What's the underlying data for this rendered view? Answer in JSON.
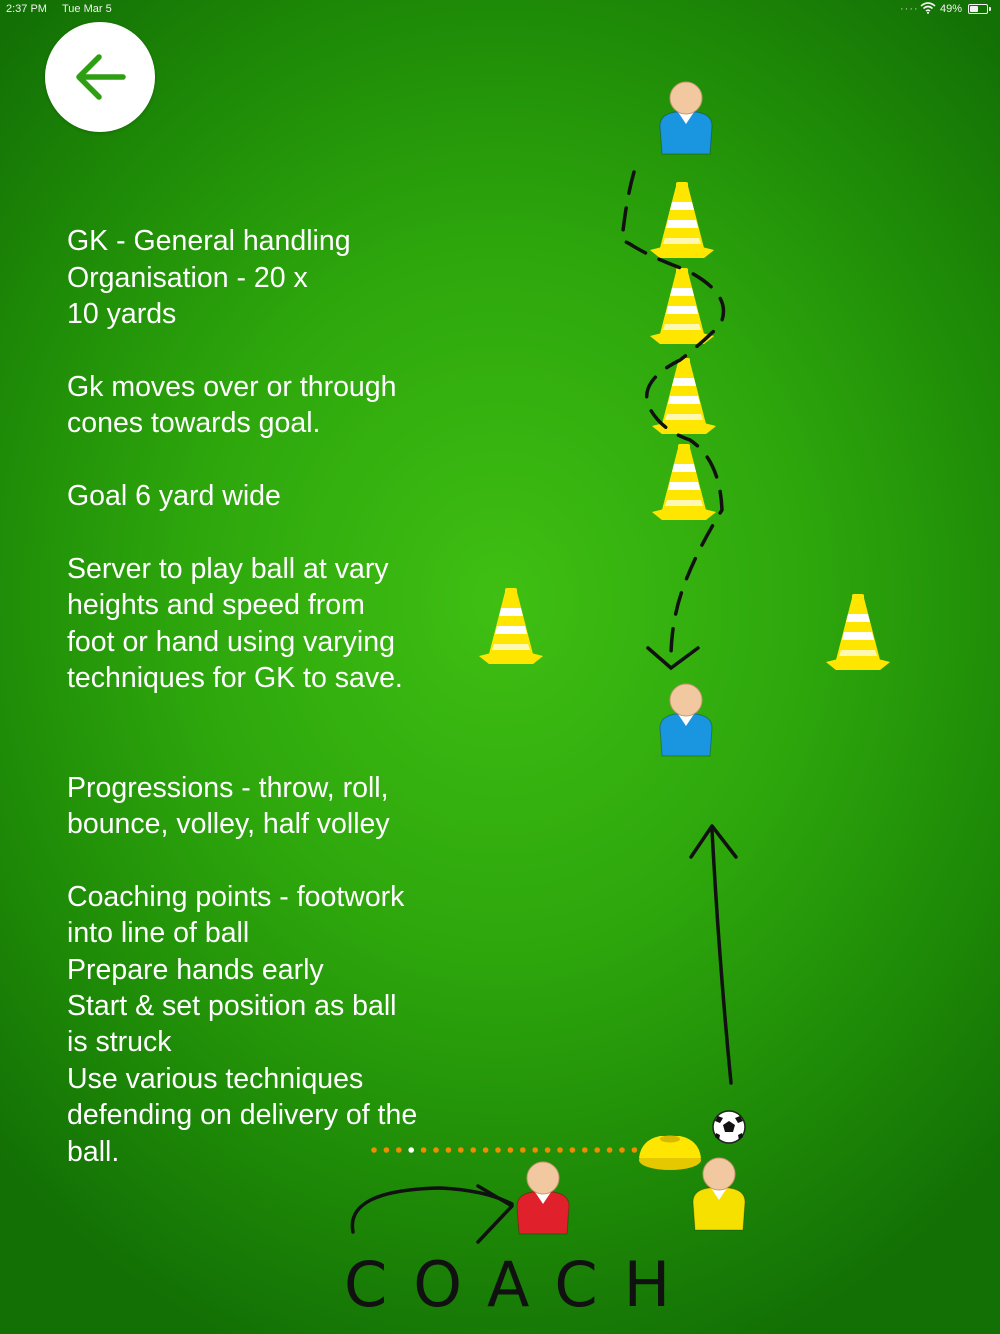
{
  "status_bar": {
    "time": "2:37 PM",
    "date": "Tue Mar 5",
    "battery": "49%",
    "battery_level": 0.49
  },
  "back_button": {
    "icon": "arrow-left-icon",
    "color": "#2e9e12"
  },
  "drill": {
    "paragraphs": [
      "GK - General handling\nOrganisation - 20 x\n10 yards",
      "Gk moves over or through\ncones towards goal.",
      "Goal 6 yard wide",
      "Server to play ball at vary\nheights and speed from\nfoot or hand using varying\ntechniques for GK to save.",
      "",
      "Progressions - throw, roll,\nbounce, volley, half volley",
      "Coaching points - footwork\ninto line of ball\nPrepare hands early\nStart & set position as ball\nis struck\nUse various techniques\ndefending on delivery of the\nball."
    ]
  },
  "diagram": {
    "handwritten_label": "COACH",
    "players": [
      {
        "role": "goalkeeper-start",
        "shirt_color": "#1a95e0"
      },
      {
        "role": "goalkeeper",
        "shirt_color": "#1a95e0"
      },
      {
        "role": "coach",
        "shirt_color": "#e0202a"
      },
      {
        "role": "server",
        "shirt_color": "#f5e000"
      }
    ],
    "colors": {
      "cone_yellow": "#ffe600",
      "cone_stripe": "#ffffff",
      "dot_orange": "#f08c00",
      "ink": "#111111"
    }
  }
}
